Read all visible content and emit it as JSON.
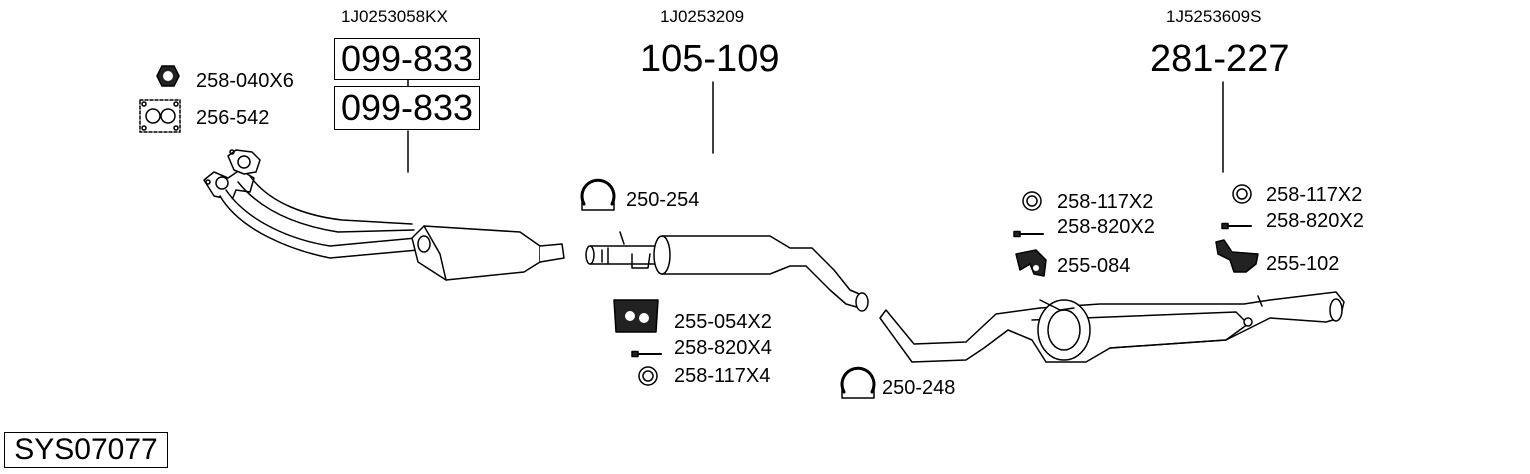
{
  "system_code": "SYS07077",
  "sections": [
    {
      "oe_number": "1J0253058KX",
      "part_numbers": [
        "099-833",
        "099-833"
      ]
    },
    {
      "oe_number": "1J0253209",
      "part_number": "105-109"
    },
    {
      "oe_number": "1J5253609S",
      "part_number": "281-227"
    }
  ],
  "parts": [
    {
      "label": "258-040X6",
      "icon": "nut-icon"
    },
    {
      "label": "256-542",
      "icon": "gasket-icon"
    },
    {
      "label": "250-254",
      "icon": "clamp-icon"
    },
    {
      "label": "255-054X2",
      "icon": "rubber-mount-icon"
    },
    {
      "label": "258-820X4",
      "icon": "bolt-icon"
    },
    {
      "label": "258-117X4",
      "icon": "ring-icon"
    },
    {
      "label": "250-248",
      "icon": "clamp-icon"
    },
    {
      "label": "258-117X2",
      "icon": "ring-icon"
    },
    {
      "label": "258-820X2",
      "icon": "bolt-icon"
    },
    {
      "label": "255-084",
      "icon": "hanger-icon"
    },
    {
      "label": "258-117X2",
      "icon": "ring-icon"
    },
    {
      "label": "258-820X2",
      "icon": "bolt-icon"
    },
    {
      "label": "255-102",
      "icon": "bracket-icon"
    }
  ]
}
